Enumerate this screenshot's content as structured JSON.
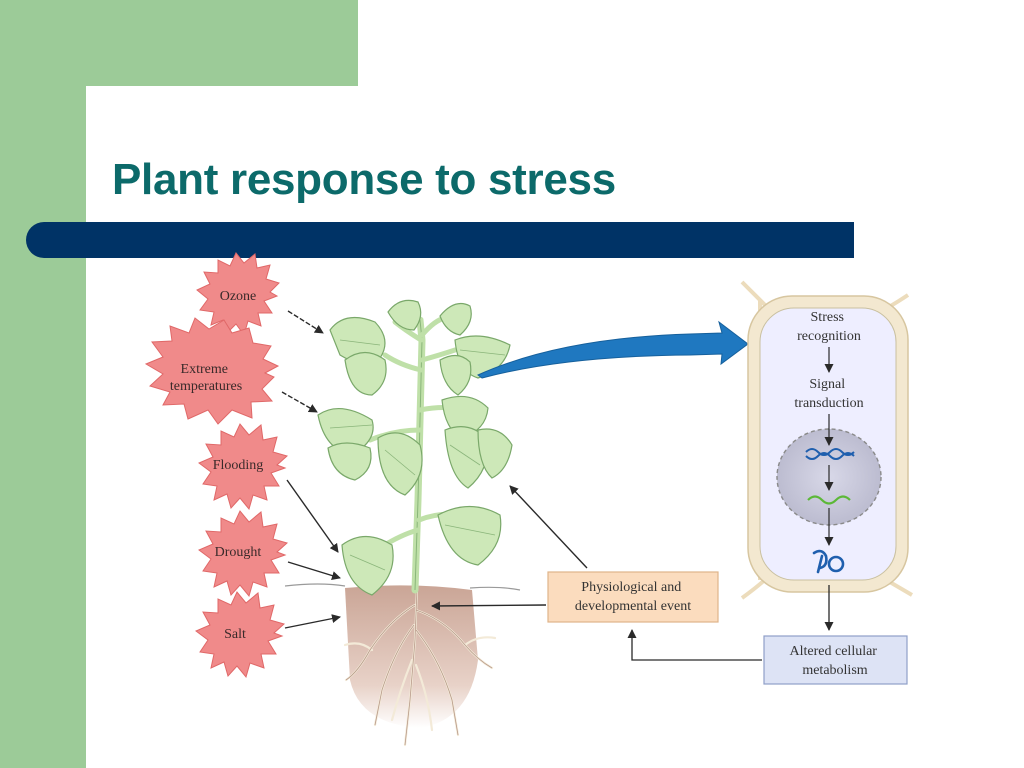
{
  "slide": {
    "title": "Plant response to stress",
    "colors": {
      "sidebar": "#9ccb98",
      "title_text": "#0c6a6a",
      "title_bar": "#003366",
      "starburst": "#f08a8a",
      "leaf": "#cde8b8",
      "cell_fill": "#eeeeff",
      "event_box": "#fbdcbe",
      "metabolism_box": "#dde3f5",
      "main_arrow": "#1f78c0"
    }
  },
  "diagram": {
    "stressors": [
      "Ozone",
      "Extreme temperatures",
      "Flooding",
      "Drought",
      "Salt"
    ],
    "stressor_lines": {
      "ozone": [
        "Ozone"
      ],
      "extreme_temperatures": [
        "Extreme",
        "temperatures"
      ],
      "flooding": [
        "Flooding"
      ],
      "drought": [
        "Drought"
      ],
      "salt": [
        "Salt"
      ]
    },
    "cell": {
      "stress_recognition": [
        "Stress",
        "recognition"
      ],
      "signal_transduction": [
        "Signal",
        "transduction"
      ]
    },
    "physiological_event": [
      "Physiological and",
      "developmental event"
    ],
    "altered_metabolism": [
      "Altered cellular",
      "metabolism"
    ]
  }
}
